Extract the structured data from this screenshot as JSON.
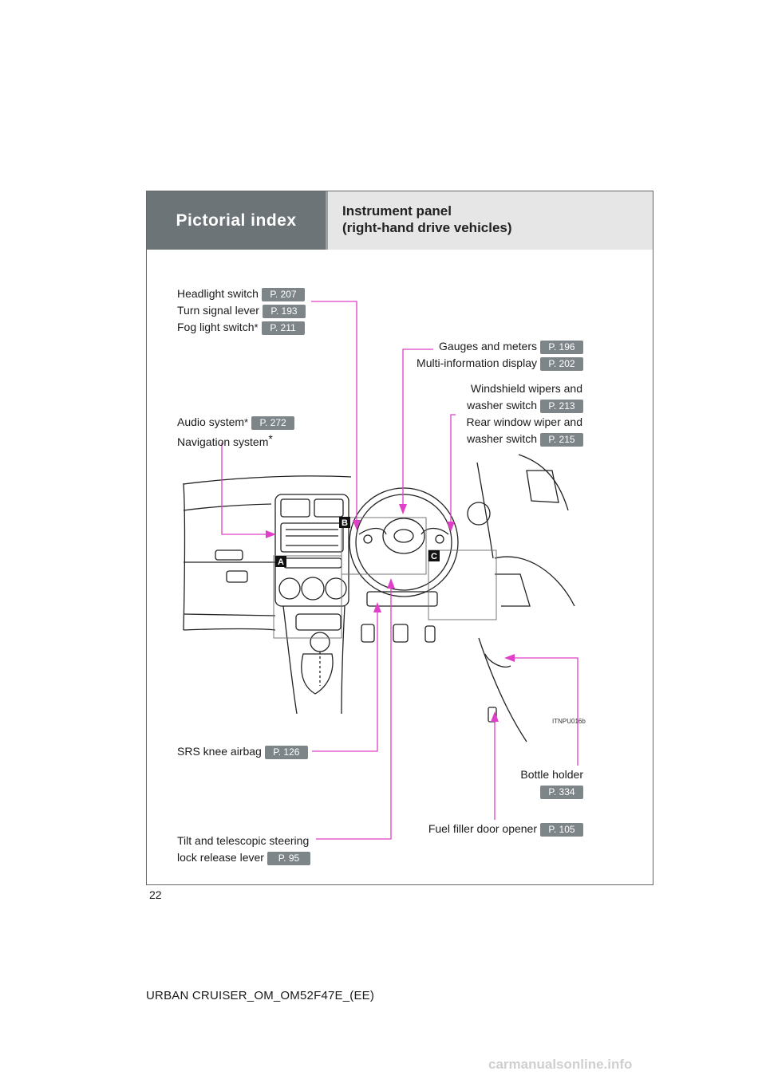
{
  "header": {
    "section": "Pictorial index",
    "title_line1": "Instrument panel",
    "title_line2": "(right-hand drive vehicles)"
  },
  "callouts": {
    "headlight": {
      "label": "Headlight switch",
      "page": "P. 207"
    },
    "turn_signal": {
      "label": "Turn signal lever",
      "page": "P. 193"
    },
    "fog_light": {
      "label": "Fog light switch",
      "star": "*",
      "page": "P. 211"
    },
    "gauges": {
      "label": "Gauges and meters",
      "page": "P. 196"
    },
    "multi_info": {
      "label": "Multi-information display",
      "page": "P. 202"
    },
    "wipers_l1": "Windshield wipers and",
    "wipers_l2": {
      "label": "washer switch",
      "page": "P. 213"
    },
    "rear_wiper_l1": "Rear window wiper and",
    "rear_wiper_l2": {
      "label": "washer switch",
      "page": "P. 215"
    },
    "audio": {
      "label": "Audio system",
      "star": "*",
      "page": "P. 272"
    },
    "navigation": {
      "label": "Navigation system",
      "star": "*"
    },
    "knee_airbag": {
      "label": "SRS knee airbag",
      "page": "P. 126"
    },
    "bottle_holder": {
      "label": "Bottle holder",
      "page": "P. 334"
    },
    "fuel_filler": {
      "label": "Fuel filler door opener",
      "page": "P. 105"
    },
    "tilt_l1": "Tilt and telescopic steering",
    "tilt_l2": {
      "label": "lock release lever",
      "page": "P. 95"
    }
  },
  "markers": {
    "a": "A",
    "b": "B",
    "c": "C"
  },
  "image_code": "ITNPU016b",
  "page_number": "22",
  "footer": "URBAN CRUISER_OM_OM52F47E_(EE)",
  "watermark": "carmanualsonline.info",
  "colors": {
    "leader": "#e040c8",
    "header_dark": "#6d7478",
    "badge": "#7d8589"
  }
}
